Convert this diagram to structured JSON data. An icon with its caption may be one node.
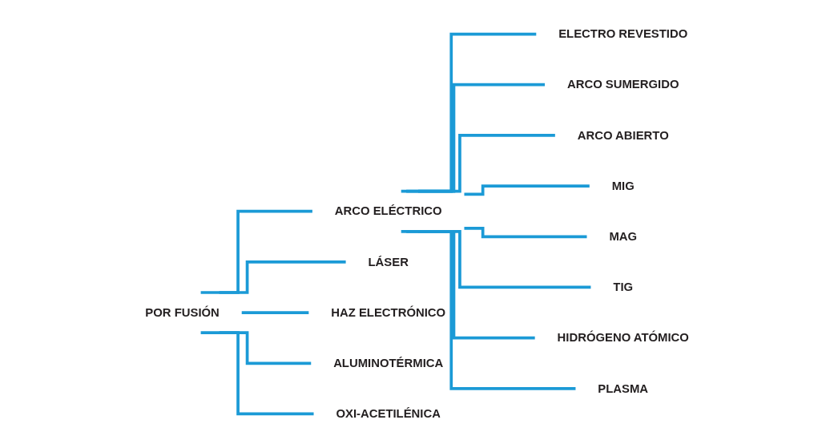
{
  "diagram": {
    "nodes": [
      {
        "text": [
          "POR FUSIÓN"
        ]
      },
      {
        "text": [
          "ARCO ELÉCTRICO"
        ]
      },
      {
        "text": [
          "LÁSER"
        ]
      },
      {
        "text": [
          "HAZ ELECTRÓNICO"
        ]
      },
      {
        "text": [
          "ALUMINOTÉRMICA"
        ]
      },
      {
        "text": [
          "OXI-ACETILÉNICA"
        ]
      },
      {
        "text": [
          "ELECTRO REVESTIDO"
        ]
      },
      {
        "text": [
          "ARCO SUMERGIDO"
        ]
      },
      {
        "text": [
          "ARCO ABIERTO"
        ]
      },
      {
        "text": [
          "MIG"
        ]
      },
      {
        "text": [
          "MAG"
        ]
      },
      {
        "text": [
          "TIG"
        ]
      },
      {
        "text": [
          "HIDRÓGENO ATÓMICO"
        ]
      },
      {
        "text": [
          "PLASMA"
        ]
      }
    ],
    "edges": [
      {
        "from": 0,
        "to": 1,
        "arrow": "none"
      },
      {
        "from": 0,
        "to": 2,
        "arrow": "none"
      },
      {
        "from": 0,
        "to": 3,
        "arrow": "none"
      },
      {
        "from": 0,
        "to": 4,
        "arrow": "none"
      },
      {
        "from": 0,
        "to": 5,
        "arrow": "none"
      },
      {
        "from": 1,
        "to": 6,
        "arrow": "none"
      },
      {
        "from": 1,
        "to": 7,
        "arrow": "none"
      },
      {
        "from": 1,
        "to": 8,
        "arrow": "none"
      },
      {
        "from": 1,
        "to": 9,
        "arrow": "none"
      },
      {
        "from": 1,
        "to": 10,
        "arrow": "none"
      },
      {
        "from": 1,
        "to": 11,
        "arrow": "none"
      },
      {
        "from": 1,
        "to": 12,
        "arrow": "none"
      },
      {
        "from": 1,
        "to": 13,
        "arrow": "none"
      }
    ]
  }
}
